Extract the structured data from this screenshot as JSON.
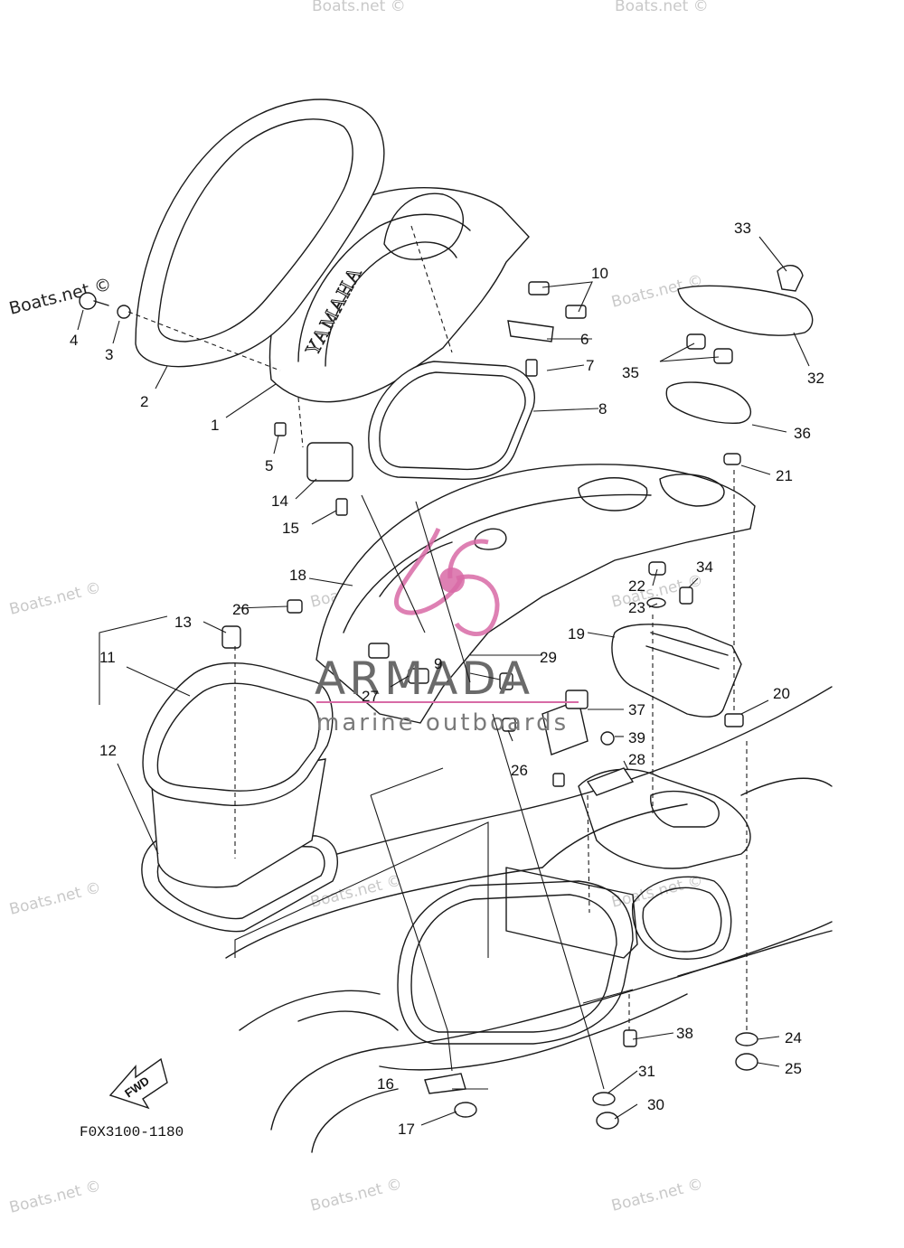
{
  "diagram": {
    "drawing_code": "F0X3100-1180",
    "fwd_label": "FWD",
    "emboss_text": "YAMAHA",
    "watermarks": {
      "primary": "Boats.net ©",
      "faint": "Boats.net ©"
    },
    "brand": {
      "name": "ARMADA",
      "tagline": "marine outboards",
      "accent_color": "#d86aa6"
    },
    "callouts": {
      "c1": "1",
      "c2": "2",
      "c3": "3",
      "c4": "4",
      "c5": "5",
      "c6": "6",
      "c7": "7",
      "c8": "8",
      "c9": "9",
      "c10": "10",
      "c11": "11",
      "c12": "12",
      "c13": "13",
      "c14": "14",
      "c15": "15",
      "c16": "16",
      "c17": "17",
      "c18": "18",
      "c19": "19",
      "c20": "20",
      "c21": "21",
      "c22": "22",
      "c23": "23",
      "c24": "24",
      "c25": "25",
      "c26a": "26",
      "c26b": "26",
      "c27": "27",
      "c28": "28",
      "c29": "29",
      "c30": "30",
      "c31": "31",
      "c32": "32",
      "c33": "33",
      "c34": "34",
      "c35": "35",
      "c36": "36",
      "c37": "37",
      "c38": "38",
      "c39": "39"
    }
  }
}
